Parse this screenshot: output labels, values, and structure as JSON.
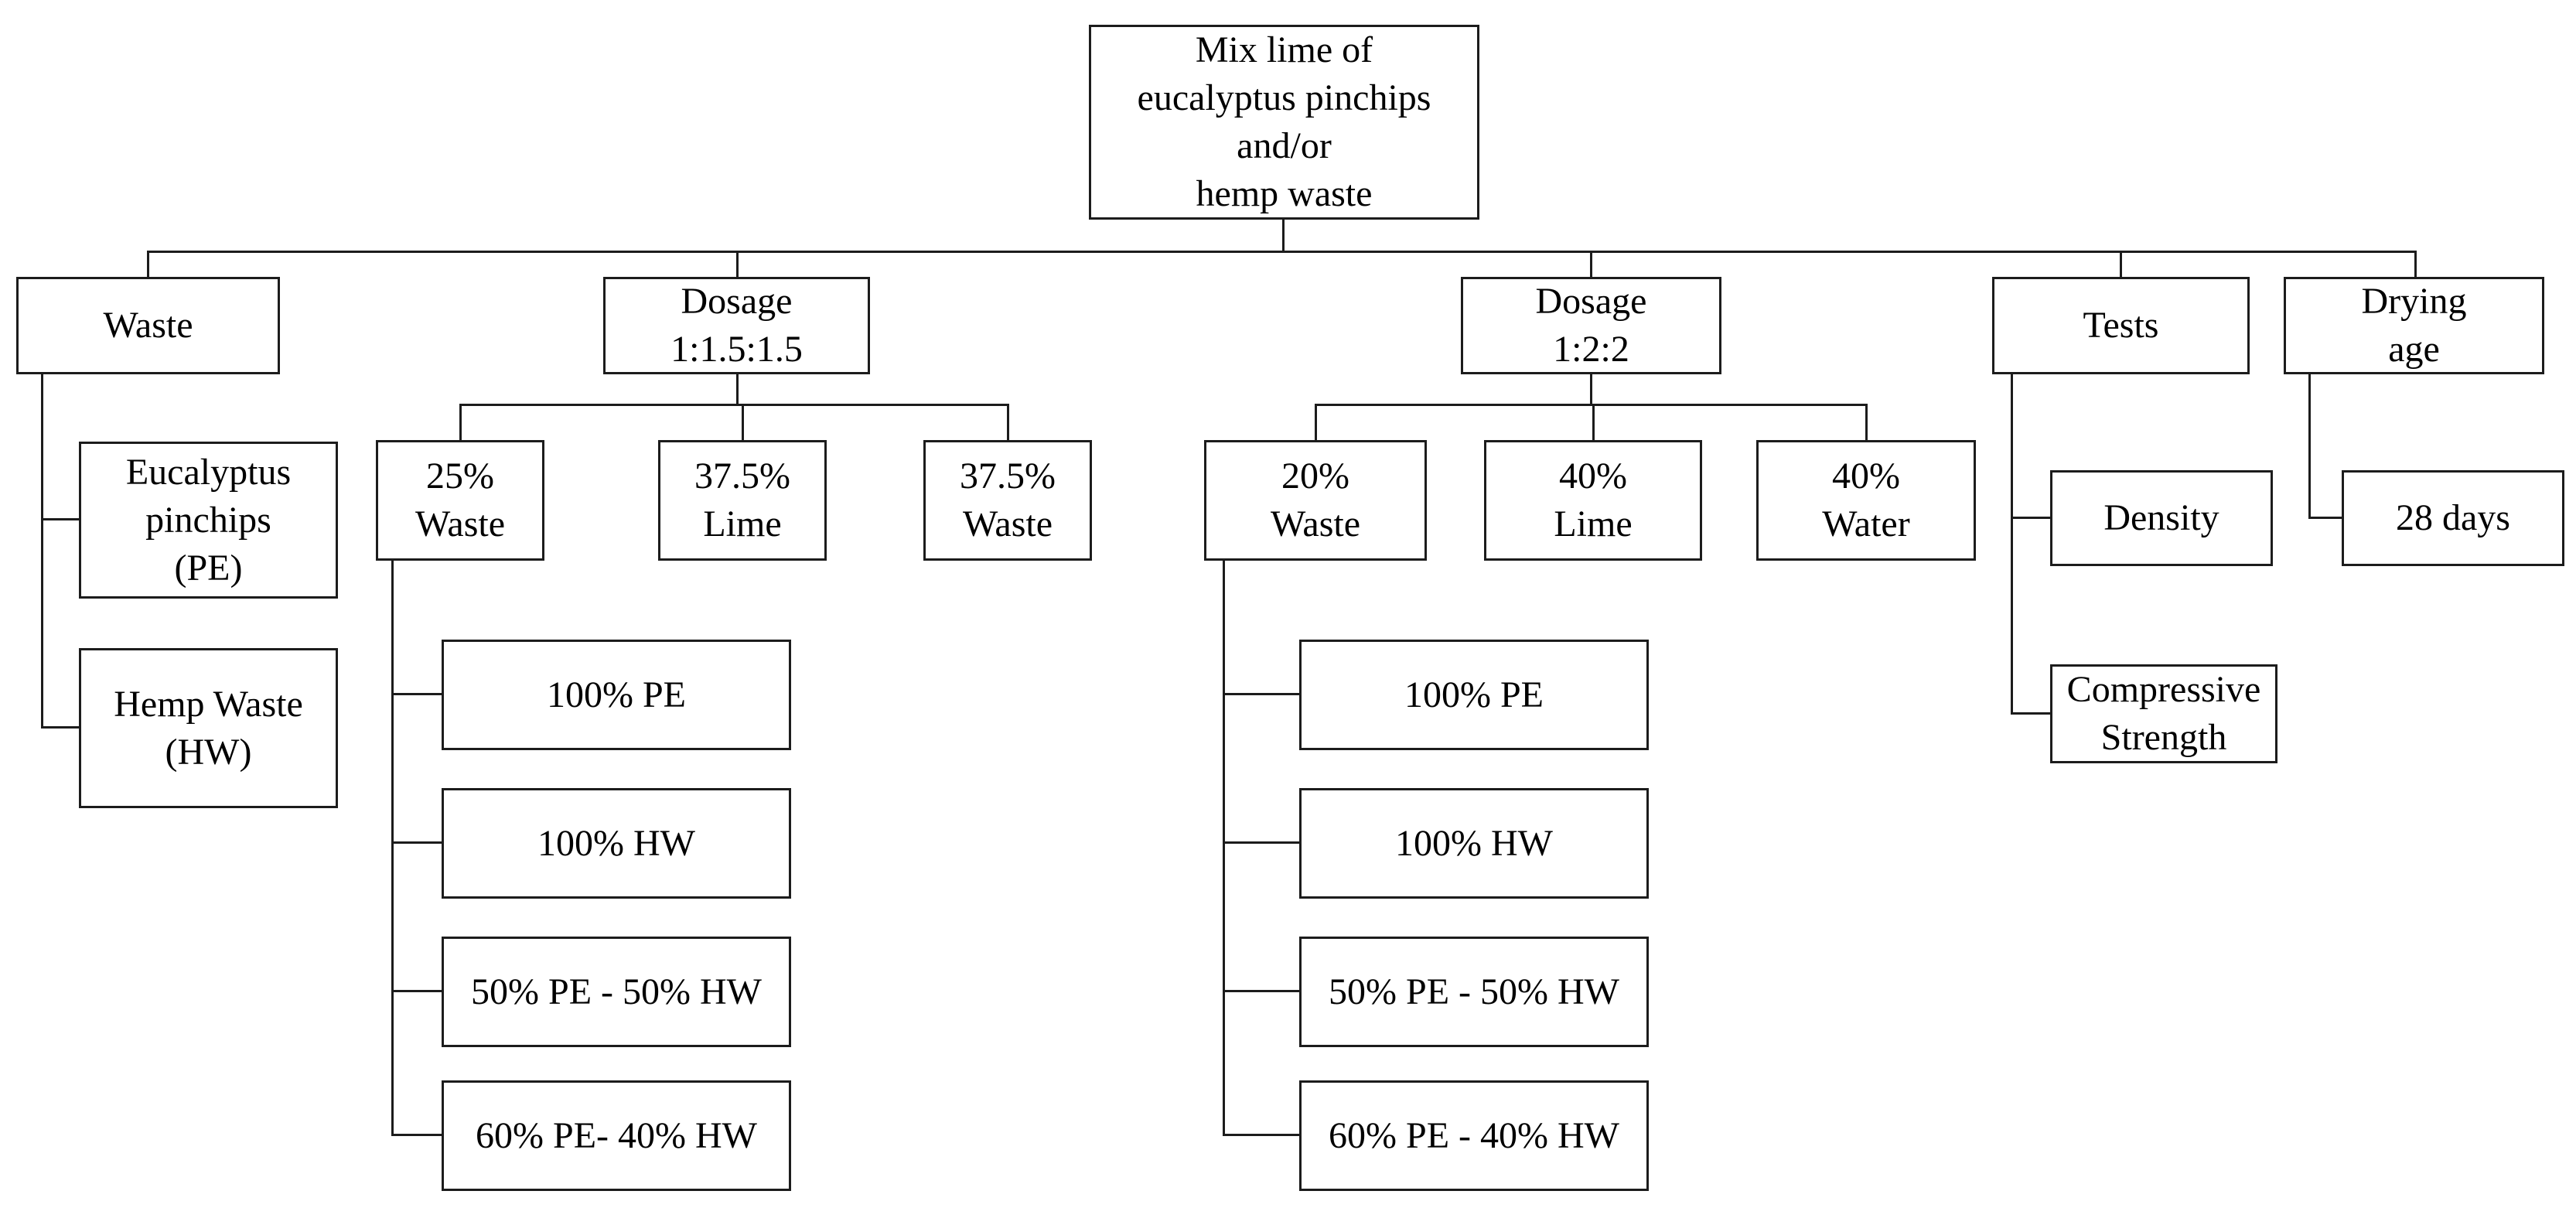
{
  "diagram": {
    "type": "tree-flowchart",
    "background": "#ffffff",
    "line_color": "#1c1c1c",
    "box_border_color": "#1c1c1c",
    "text_color": "#000000"
  },
  "nodes": {
    "root": {
      "label": "Mix lime of\neucalyptus pinchips\nand/or\nhemp waste"
    },
    "waste": {
      "label": "Waste"
    },
    "dosage1": {
      "label": "Dosage\n1:1.5:1.5"
    },
    "dosage2": {
      "label": "Dosage\n1:2:2"
    },
    "tests": {
      "label": "Tests"
    },
    "drying_age": {
      "label": "Drying\nage"
    },
    "eucalyptus": {
      "label": "Eucalyptus\npinchips\n(PE)"
    },
    "hemp": {
      "label": "Hemp Waste\n(HW)"
    },
    "d1_waste25": {
      "label": "25%\nWaste"
    },
    "d1_lime375": {
      "label": "37.5%\nLime"
    },
    "d1_waste375": {
      "label": "37.5%\nWaste"
    },
    "d2_waste20": {
      "label": "20%\nWaste"
    },
    "d2_lime40": {
      "label": "40%\nLime"
    },
    "d2_water40": {
      "label": "40%\nWater"
    },
    "d1_mix_pe": {
      "label": "100% PE"
    },
    "d1_mix_hw": {
      "label": "100% HW"
    },
    "d1_mix_5050": {
      "label": "50% PE - 50% HW"
    },
    "d1_mix_6040": {
      "label": "60% PE- 40% HW"
    },
    "d2_mix_pe": {
      "label": "100% PE"
    },
    "d2_mix_hw": {
      "label": "100% HW"
    },
    "d2_mix_5050": {
      "label": "50% PE - 50% HW"
    },
    "d2_mix_6040": {
      "label": "60% PE - 40% HW"
    },
    "density": {
      "label": "Density"
    },
    "compressive": {
      "label": "Compressive\nStrength"
    },
    "days28": {
      "label": "28 days"
    }
  },
  "edges": [
    [
      "root",
      "waste"
    ],
    [
      "root",
      "dosage1"
    ],
    [
      "root",
      "dosage2"
    ],
    [
      "root",
      "tests"
    ],
    [
      "root",
      "drying_age"
    ],
    [
      "waste",
      "eucalyptus"
    ],
    [
      "waste",
      "hemp"
    ],
    [
      "dosage1",
      "d1_waste25"
    ],
    [
      "dosage1",
      "d1_lime375"
    ],
    [
      "dosage1",
      "d1_waste375"
    ],
    [
      "d1_waste25",
      "d1_mix_pe"
    ],
    [
      "d1_waste25",
      "d1_mix_hw"
    ],
    [
      "d1_waste25",
      "d1_mix_5050"
    ],
    [
      "d1_waste25",
      "d1_mix_6040"
    ],
    [
      "dosage2",
      "d2_waste20"
    ],
    [
      "dosage2",
      "d2_lime40"
    ],
    [
      "dosage2",
      "d2_water40"
    ],
    [
      "d2_waste20",
      "d2_mix_pe"
    ],
    [
      "d2_waste20",
      "d2_mix_hw"
    ],
    [
      "d2_waste20",
      "d2_mix_5050"
    ],
    [
      "d2_waste20",
      "d2_mix_6040"
    ],
    [
      "tests",
      "density"
    ],
    [
      "tests",
      "compressive"
    ],
    [
      "drying_age",
      "days28"
    ]
  ]
}
